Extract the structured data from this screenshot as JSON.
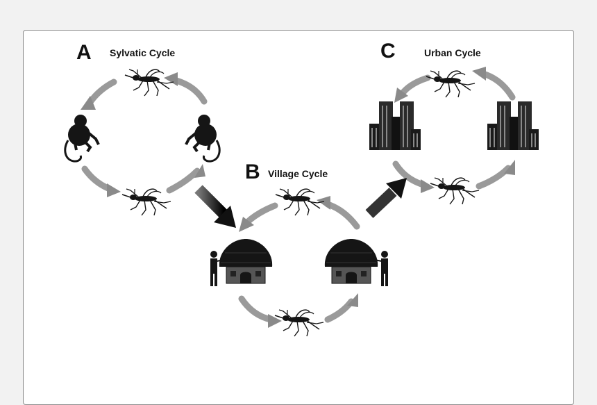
{
  "panels": [
    {
      "letter": "A",
      "title": "Sylvatic Cycle"
    },
    {
      "letter": "B",
      "title": "Village Cycle"
    },
    {
      "letter": "C",
      "title": "Urban Cycle"
    }
  ],
  "icons": {
    "mosquito": "mosquito-icon",
    "monkey": "monkey-icon",
    "hut": "hut-icon",
    "human": "human-icon",
    "city": "city-buildings-icon"
  },
  "colors": {
    "arrow_light": "#8a8a8a",
    "arrow_dark": "#111111",
    "silhouette": "#151515",
    "background": "#ffffff",
    "page": "#f2f2f2"
  }
}
